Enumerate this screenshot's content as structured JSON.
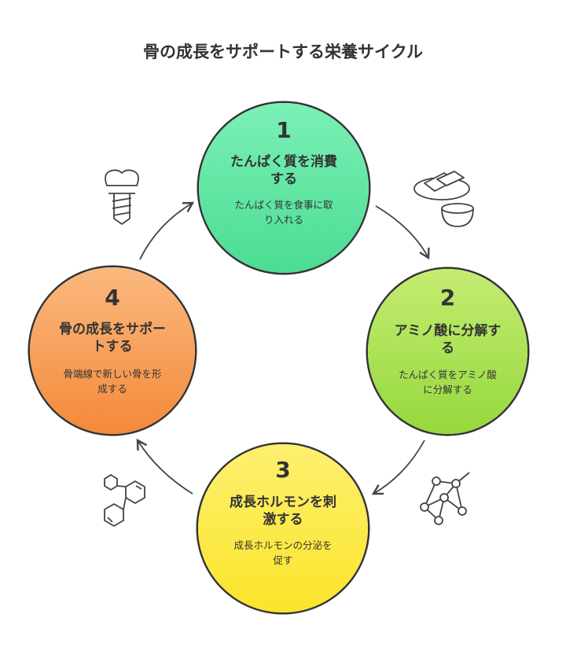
{
  "title": "骨の成長をサポートする栄養サイクル",
  "steps": [
    {
      "number": "1",
      "title_line1": "たんぱく質を消費",
      "title_line2": "する",
      "desc_line1": "たんぱく質を食事に取",
      "desc_line2": "り入れる",
      "color": "#4cde96"
    },
    {
      "number": "2",
      "title_line1": "アミノ酸に分解す",
      "title_line2": "る",
      "desc_line1": "たんぱく質をアミノ酸",
      "desc_line2": "に分解する",
      "color": "#9fdc4a"
    },
    {
      "number": "3",
      "title_line1": "成長ホルモンを刺",
      "title_line2": "激する",
      "desc_line1": "成長ホルモンの分泌を",
      "desc_line2": "促す",
      "color": "#fbe73a"
    },
    {
      "number": "4",
      "title_line1": "骨の成長をサポー",
      "title_line2": "トする",
      "desc_line1": "骨端線で新しい骨を形",
      "desc_line2": "成する",
      "color": "#f89f58"
    }
  ],
  "icons": [
    "food-icon",
    "molecule-network-icon",
    "hexagon-chemistry-icon",
    "dental-implant-icon"
  ]
}
